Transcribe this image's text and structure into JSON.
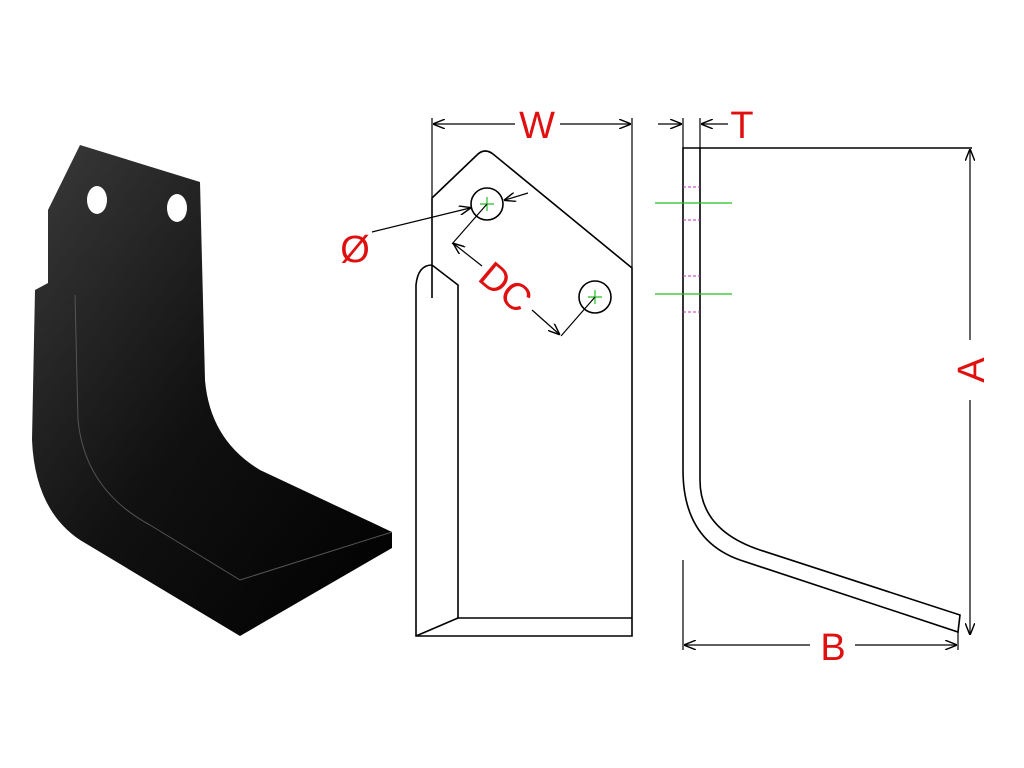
{
  "labels": {
    "width": "W",
    "thickness": "T",
    "diameter": "Ø",
    "hole_distance": "DC",
    "height": "A",
    "base": "B"
  },
  "colors": {
    "label": "#e01010",
    "centerline": "#20c020",
    "hidden": "#c030c0"
  }
}
